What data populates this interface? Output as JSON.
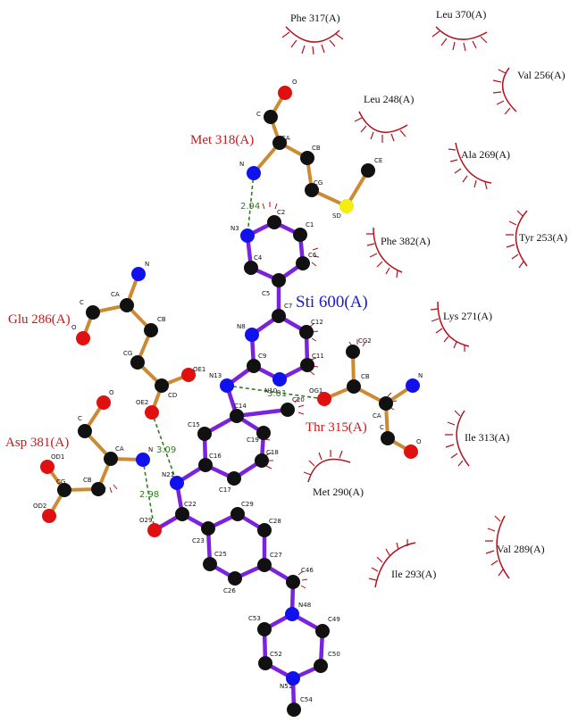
{
  "ligand": {
    "name": "Sti 600(A)"
  },
  "residues_hbond": [
    {
      "id": "met318",
      "label": "Met 318(A)"
    },
    {
      "id": "glu286",
      "label": "Glu 286(A)"
    },
    {
      "id": "asp381",
      "label": "Asp 381(A)"
    },
    {
      "id": "thr315",
      "label": "Thr 315(A)"
    }
  ],
  "hydrophobic": [
    {
      "label": "Phe 317(A)"
    },
    {
      "label": "Leu 370(A)"
    },
    {
      "label": "Val 256(A)"
    },
    {
      "label": "Leu 248(A)"
    },
    {
      "label": "Ala 269(A)"
    },
    {
      "label": "Tyr 253(A)"
    },
    {
      "label": "Phe 382(A)"
    },
    {
      "label": "Lys 271(A)"
    },
    {
      "label": "Ile 313(A)"
    },
    {
      "label": "Met 290(A)"
    },
    {
      "label": "Val 289(A)"
    },
    {
      "label": "Ile 293(A)"
    }
  ],
  "hbonds": [
    {
      "distance": "2.94"
    },
    {
      "distance": "3.01"
    },
    {
      "distance": "3.09"
    },
    {
      "distance": "2.98"
    }
  ],
  "atoms": {
    "met": [
      "O",
      "C",
      "CA",
      "CB",
      "CG",
      "SD",
      "CE",
      "N"
    ],
    "glu": [
      "N",
      "CA",
      "C",
      "O",
      "CB",
      "CG",
      "OE1",
      "CD",
      "OE2"
    ],
    "asp": [
      "O",
      "C",
      "CA",
      "N",
      "CB",
      "CG",
      "OD1",
      "OD2"
    ],
    "thr": [
      "CG2",
      "CB",
      "N",
      "OG1",
      "CA",
      "C",
      "O"
    ],
    "lig": [
      "N3",
      "C2",
      "C1",
      "C6",
      "C4",
      "C5",
      "C7",
      "N8",
      "C12",
      "C9",
      "C11",
      "N13",
      "N10",
      "C20",
      "C14",
      "C15",
      "C19",
      "C18",
      "C16",
      "C17",
      "N21",
      "C22",
      "O29",
      "C29",
      "C28",
      "C23",
      "C27",
      "C25",
      "C26",
      "C46",
      "N48",
      "C53",
      "C49",
      "C52",
      "C50",
      "N51",
      "C54"
    ]
  },
  "colors": {
    "carbon": "#111111",
    "nitrogen": "#1111ee",
    "oxygen": "#e01010",
    "sulfur": "#f4ee10",
    "residue_bond": "#cc8a33",
    "ligand_bond": "#7a22dd",
    "hbond": "#2e7d1e",
    "hydrophobic": "#b3121b"
  }
}
